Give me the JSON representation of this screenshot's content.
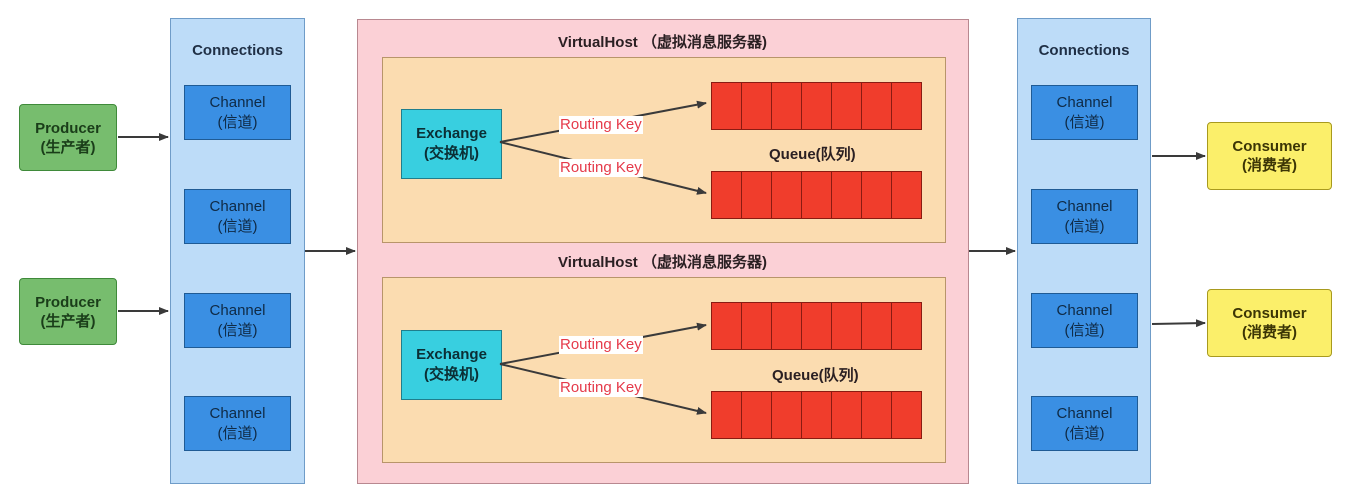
{
  "producers": [
    {
      "name": "Producer",
      "sub": "(生产者)"
    },
    {
      "name": "Producer",
      "sub": "(生产者)"
    }
  ],
  "left_connections": {
    "title": "Connections",
    "channels": [
      {
        "name": "Channel",
        "sub": "(信道)"
      },
      {
        "name": "Channel",
        "sub": "(信道)"
      },
      {
        "name": "Channel",
        "sub": "(信道)"
      },
      {
        "name": "Channel",
        "sub": "(信道)"
      }
    ]
  },
  "vhosts": [
    {
      "title": "VirtualHost （虚拟消息服务器)",
      "exchange": {
        "name": "Exchange",
        "sub": "(交换机)"
      },
      "routing_keys": [
        "Routing Key",
        "Routing Key"
      ],
      "queue_label": "Queue(队列)",
      "queue_cells": 7
    },
    {
      "title": "VirtualHost （虚拟消息服务器)",
      "exchange": {
        "name": "Exchange",
        "sub": "(交换机)"
      },
      "routing_keys": [
        "Routing Key",
        "Routing Key"
      ],
      "queue_label": "Queue(队列)",
      "queue_cells": 7
    }
  ],
  "right_connections": {
    "title": "Connections",
    "channels": [
      {
        "name": "Channel",
        "sub": "(信道)"
      },
      {
        "name": "Channel",
        "sub": "(信道)"
      },
      {
        "name": "Channel",
        "sub": "(信道)"
      },
      {
        "name": "Channel",
        "sub": "(信道)"
      }
    ]
  },
  "consumers": [
    {
      "name": "Consumer",
      "sub": "(消费者)"
    },
    {
      "name": "Consumer",
      "sub": "(消费者)"
    }
  ],
  "colors": {
    "producer": "#77bd6e",
    "consumer": "#fbef6a",
    "connections_panel": "#bddcf8",
    "channel": "#3a8fe3",
    "virtualhost": "#fbd0d6",
    "virtualhost_inner": "#fbdcb0",
    "exchange": "#38cfe0",
    "queue": "#f03d2c",
    "routing_key_text": "#e53a4a",
    "arrow": "#3a3a3a"
  }
}
